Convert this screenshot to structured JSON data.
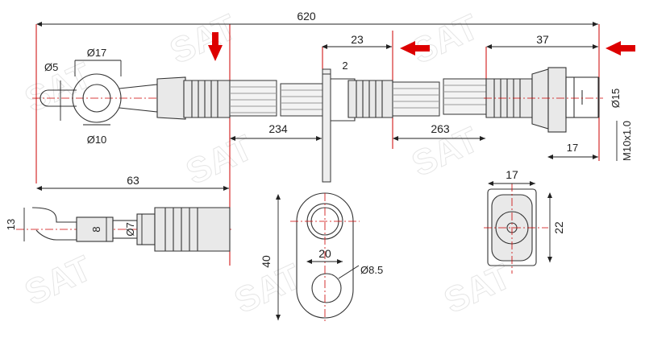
{
  "watermark": "SAT",
  "dimensions": {
    "overall_length": "620",
    "d_eye_outer": "Ø17",
    "d_eye_pin": "Ø5",
    "d_eye_inner": "Ø10",
    "d_bracket_gap": "23",
    "d_bracket_thick": "2",
    "d_end_len": "37",
    "d_end_dia": "Ø15",
    "d_thread": "M10x1.0",
    "d_end_hex": "17",
    "d_seg_left": "234",
    "d_seg_right": "263",
    "d_side_len": "63",
    "d_side_h": "13",
    "d_side_8": "8",
    "d_side_7": "Ø7",
    "d_plate_h": "40",
    "d_plate_w": "20",
    "d_plate_hole": "Ø8.5",
    "d_end_w": "17",
    "d_end_h": "22"
  }
}
